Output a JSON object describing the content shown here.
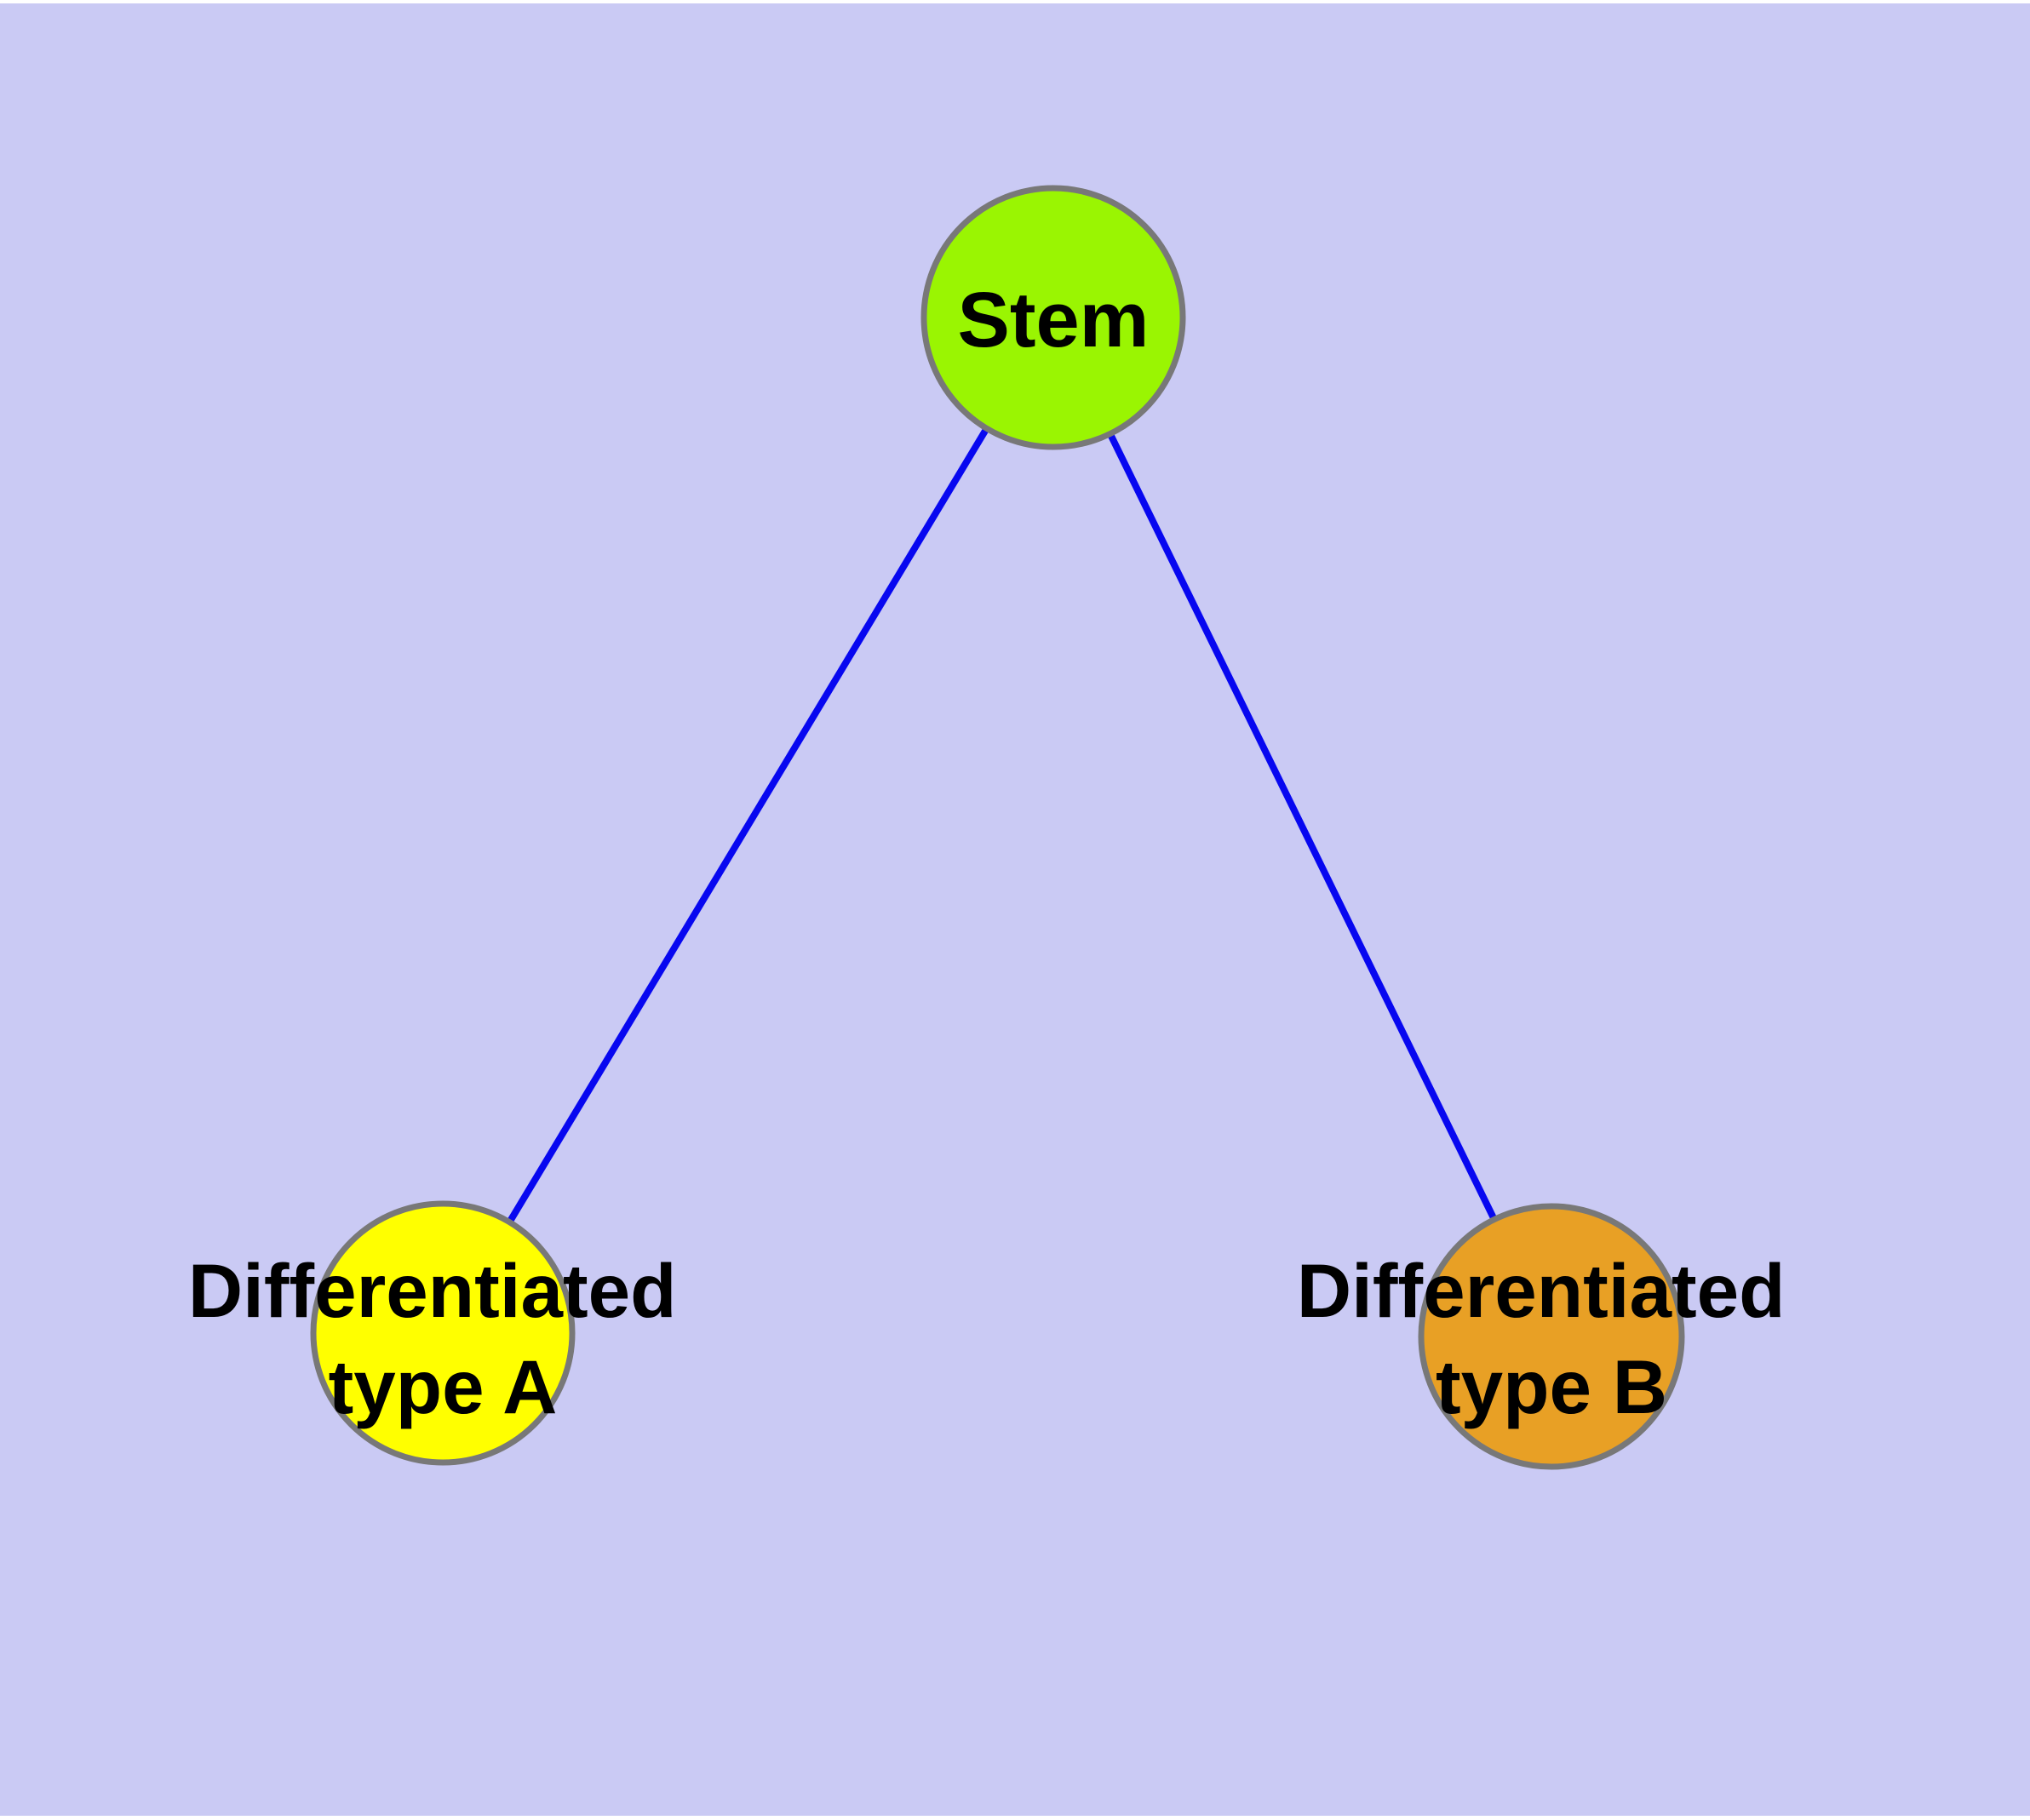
{
  "diagram": {
    "background_color": "#cacaf4",
    "margin_color": "#ffffff",
    "edge_color": "#0707f0",
    "node_border_color": "#787878",
    "text_color": "#000000",
    "nodes": {
      "stem": {
        "label": "Stem",
        "fill": "#9af502"
      },
      "type_a": {
        "label": "Differentiated type A",
        "label_line1": "Differentiated",
        "label_line2": "type A",
        "fill": "#ffff00"
      },
      "type_b": {
        "label": "Differentiated type B",
        "label_line1": "Differentiated",
        "label_line2": "type B",
        "fill": "#e8a025"
      }
    },
    "edges": [
      {
        "from": "Stem",
        "to": "Differentiated type A"
      },
      {
        "from": "Stem",
        "to": "Differentiated type B"
      }
    ]
  }
}
